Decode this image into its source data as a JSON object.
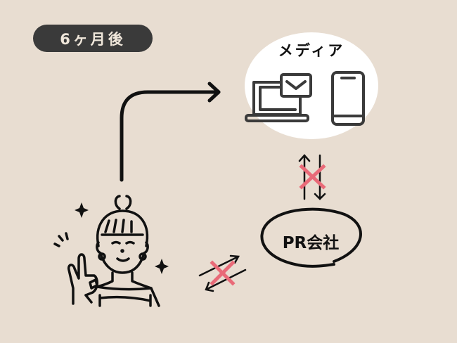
{
  "badge": {
    "label": "6ヶ月後"
  },
  "media": {
    "title": "メディア",
    "icons": [
      "laptop-icon",
      "envelope-icon",
      "smartphone-icon"
    ]
  },
  "pr_company": {
    "label": "PR会社"
  },
  "colors": {
    "background": "#e8ddd1",
    "badge": "#3a3a3a",
    "cross": "#e96a78",
    "line": "#111111"
  }
}
